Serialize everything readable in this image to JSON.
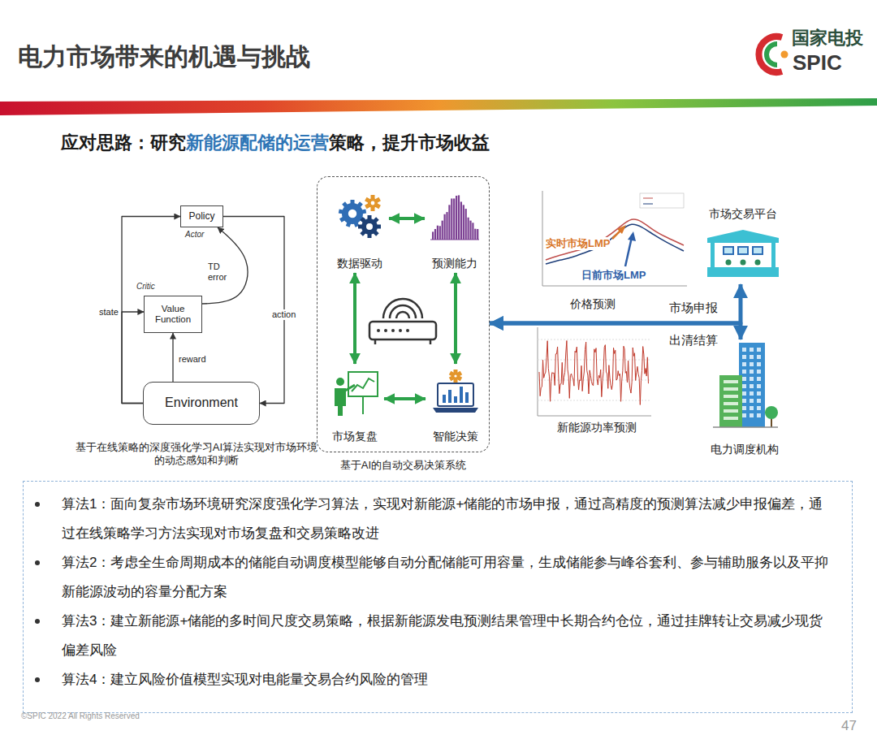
{
  "diagram": {
    "title": "电力市场带来的机遇与挑战",
    "nodes": [
      {
        "text": [
          "Policy"
        ]
      },
      {
        "text": [
          "Value Function"
        ]
      },
      {
        "text": [
          "Environment"
        ]
      },
      {
        "text": [
          "基于AI的自动交易决策系统"
        ]
      },
      {
        "text": [
          "数据驱动"
        ],
        "in": 3
      },
      {
        "text": [
          "预测能力"
        ],
        "in": 3
      },
      {
        "text": [
          "市场复盘"
        ],
        "in": 3
      },
      {
        "text": [
          "智能决策"
        ],
        "in": 3
      },
      {
        "text": [
          "市场交易平台"
        ]
      },
      {
        "text": [
          "电力调度机构"
        ]
      },
      {
        "text": [
          "算法1：面向复杂市场环境研究深度强化学习算法，实现对新能源+储能的市场申报，通过高精度的预测算法减少申报偏差，通过在线策略学习方法实现对市场复盘和交易策略改进",
          "算法2：考虑全生命周期成本的储能自动调度模型能够自动分配储能可用容量，生成储能参与峰谷套利、参与辅助服务以及平抑新能源波动的容量分配方案",
          "算法3：建立新能源+储能的多时间尺度交易策略，根据新能源发电预测结果管理中长期合约仓位，通过挂牌转让交易减少现货偏差风险",
          "算法4：建立风险价值模型实现对电能量交易合约风险的管理"
        ]
      }
    ],
    "edges": [
      {
        "from": 2,
        "to": 0,
        "arrow": "to"
      },
      {
        "from": 2,
        "to": 1,
        "arrow": "to",
        "label": "state"
      },
      {
        "from": 2,
        "to": 1,
        "arrow": "to",
        "label": "reward"
      },
      {
        "from": 0,
        "to": 2,
        "arrow": "to",
        "label": "action"
      },
      {
        "from": 1,
        "to": 0,
        "arrow": "to",
        "label": "TD error"
      },
      {
        "from": 4,
        "to": 5,
        "arrow": "both"
      },
      {
        "from": 4,
        "to": 6,
        "arrow": "both"
      },
      {
        "from": 5,
        "to": 7,
        "arrow": "both"
      },
      {
        "from": 6,
        "to": 7,
        "arrow": "both"
      },
      {
        "from": 3,
        "to": 8,
        "arrow": "both",
        "label": "市场申报"
      },
      {
        "from": 3,
        "to": 9,
        "arrow": "both",
        "label": "出清结算"
      }
    ],
    "labels": [
      "国家电投",
      "SPIC",
      "应对思路：研究",
      "新能源配储的运营",
      "策略，提升市场收益",
      "Actor",
      "Critic",
      "基于在线策略的深度强化学习AI算法实现对市场环境的动态感知和判断",
      "实时市场LMP",
      "日前市场LMP",
      "价格预测",
      "新能源功率预测",
      "©SPIC 2022 All Rights Reserved",
      "47"
    ]
  }
}
